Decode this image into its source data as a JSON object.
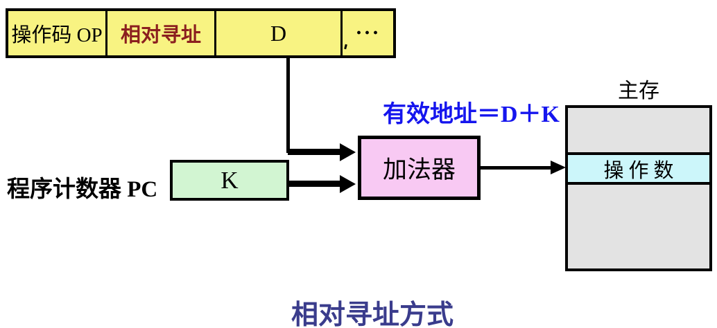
{
  "diagram_title": "相对寻址方式",
  "instruction": {
    "opcode": "操作码 OP",
    "mode": "相对寻址",
    "displacement": "D",
    "ellipsis": "···"
  },
  "pc": {
    "label": "程序计数器 PC",
    "value": "K"
  },
  "adder": {
    "label": "加法器"
  },
  "effective_address_formula": "有效地址＝D＋K",
  "memory": {
    "title": "主存",
    "operand": "操作数"
  },
  "colors": {
    "instruction_fill": "#F8F382",
    "mode_text": "#8B1F1F",
    "pc_fill": "#D2F5D2",
    "adder_fill": "#F8C9F3",
    "memory_fill": "#E3E3E3",
    "operand_fill": "#CCF6FA",
    "formula_text": "#1515EE",
    "caption_text": "#3A3C8C"
  }
}
